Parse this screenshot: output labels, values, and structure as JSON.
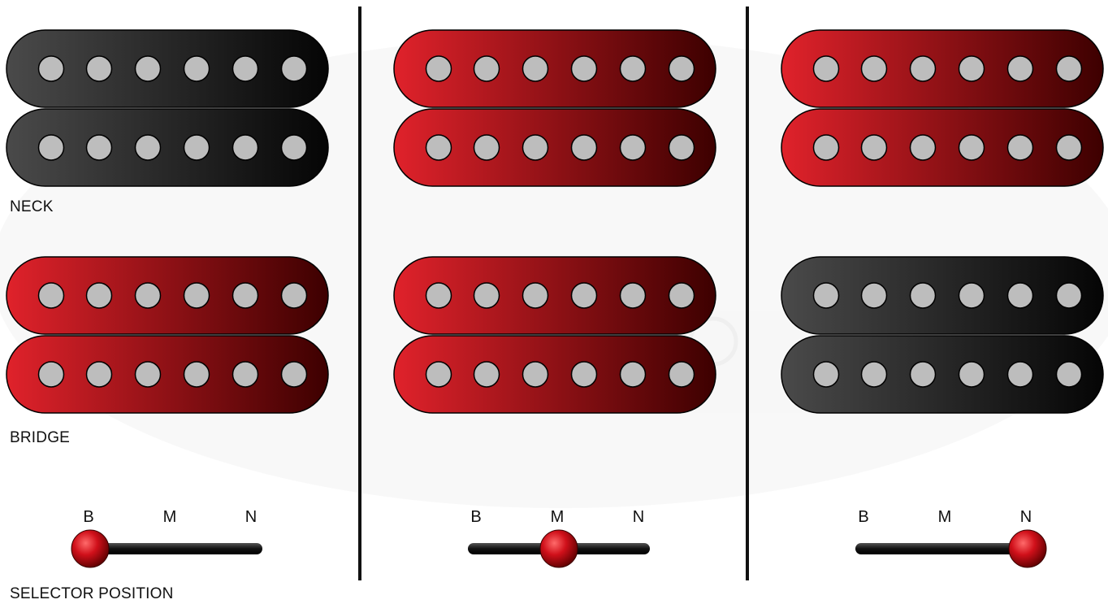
{
  "labels": {
    "neck": "NECK",
    "bridge": "BRIDGE",
    "selector": "SELECTOR POSITION"
  },
  "switch_positions": [
    "B",
    "M",
    "N"
  ],
  "colors": {
    "active_light": "#e0222b",
    "active_dark": "#3d0000",
    "inactive_light": "#4a4a4a",
    "inactive_dark": "#050505",
    "pole": "#bdbdbd",
    "divider": "#111111"
  },
  "panels": [
    {
      "selected": "B",
      "neck_active": false,
      "bridge_active": true
    },
    {
      "selected": "M",
      "neck_active": true,
      "bridge_active": true
    },
    {
      "selected": "N",
      "neck_active": true,
      "bridge_active": false
    }
  ],
  "poles_per_coil": 6
}
